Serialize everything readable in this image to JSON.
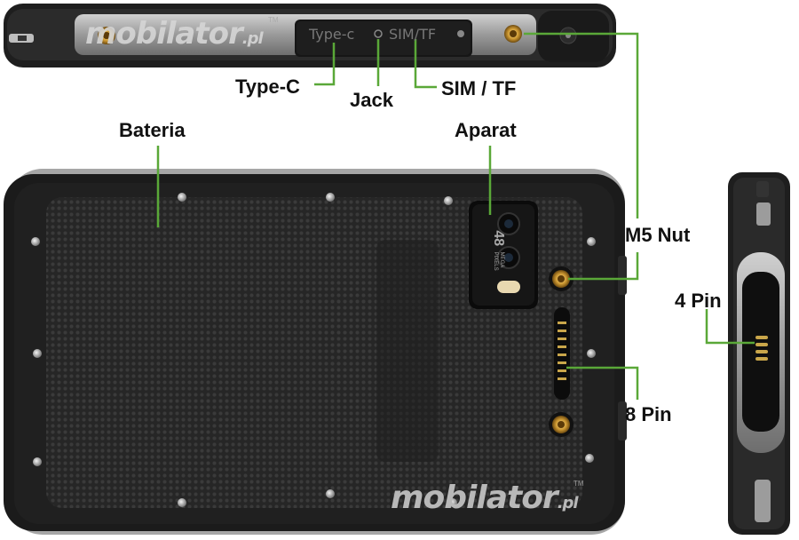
{
  "brand": {
    "logo_text": "mobilator",
    "logo_suffix": ".pl",
    "logo_tm": "TM"
  },
  "port_cover_labels": {
    "typec": "Type-c",
    "sim": "SIM/TF"
  },
  "camera_badge": {
    "number": "48",
    "line1": "MEGA",
    "line2": "PIXELS"
  },
  "callouts": {
    "type_c": "Type-C",
    "jack": "Jack",
    "sim_tf": "SIM / TF",
    "bateria": "Bateria",
    "aparat": "Aparat",
    "m5_nut": "M5 Nut",
    "pin4": "4 Pin",
    "pin8": "8 Pin"
  },
  "colors": {
    "leader_line": "#5aa838",
    "body_dark": "#1f1f1f",
    "frame_gray": "#9a9a9a",
    "label_text": "#111111"
  }
}
